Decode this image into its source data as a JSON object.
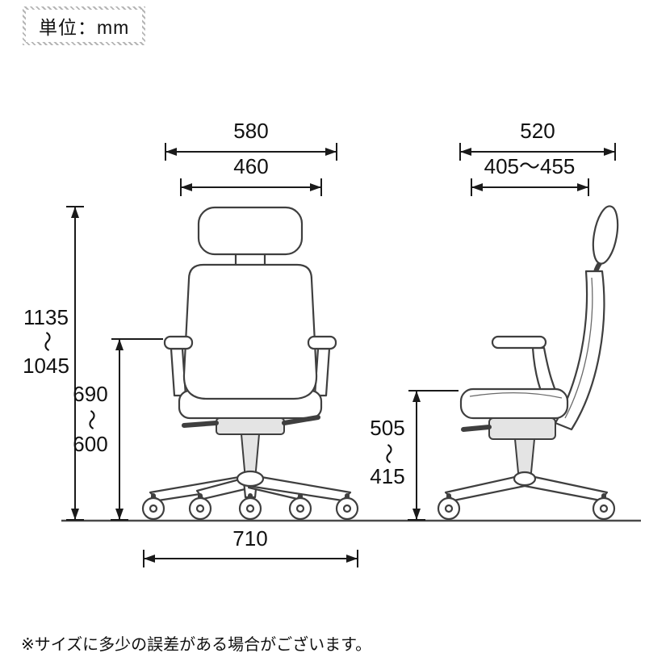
{
  "unit_label": "単位：mm",
  "note": "※サイズに多少の誤差がある場合がございます。",
  "range_tilde": "〜",
  "front_view": {
    "overall_width": "580",
    "backrest_width": "460",
    "overall_height_max": "1135",
    "overall_height_min": "1045",
    "armrest_height_max": "690",
    "armrest_height_min": "600",
    "base_width": "710"
  },
  "side_view": {
    "overall_depth": "520",
    "seat_depth_range": "405〜455",
    "seat_height_max": "505",
    "seat_height_min": "415"
  }
}
